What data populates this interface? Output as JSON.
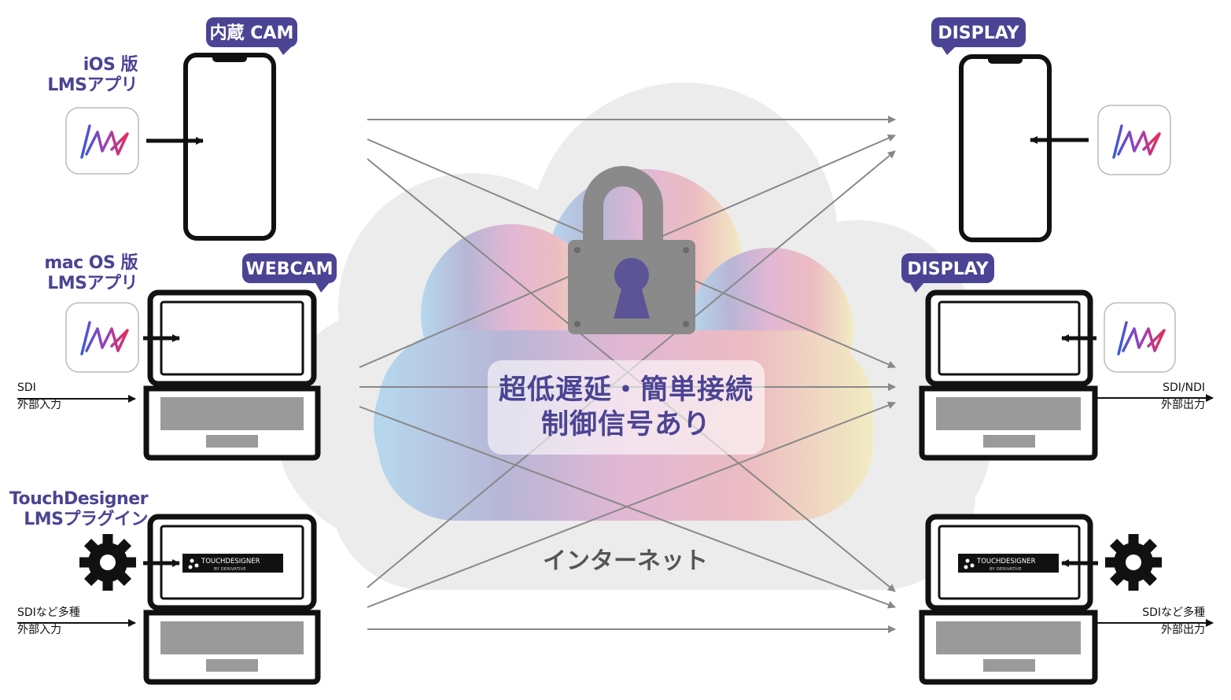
{
  "colors": {
    "accent": "#4b4494",
    "cloud_gray": "#ebebeb",
    "arrow_gray": "#888888",
    "lock_gray": "#8a8a8a",
    "keyhole": "#5b5597",
    "device_black": "#111111",
    "keyboard_gray": "#9a9a9a"
  },
  "left": {
    "ios": {
      "label_line1": "iOS 版",
      "label_line2": "LMSアプリ",
      "badge": "内蔵 CAM",
      "icon": "lms-app-icon"
    },
    "macos": {
      "label_line1": "mac OS 版",
      "label_line2": "LMSアプリ",
      "badge": "WEBCAM",
      "icon": "lms-app-icon",
      "input_line1": "SDI",
      "input_line2": "外部入力"
    },
    "touchdesigner": {
      "label_line1": "TouchDesigner",
      "label_line2": "LMSプラグイン",
      "icon": "gear-icon",
      "screen_logo_line1": "TOUCHDESIGNER",
      "screen_logo_line2": "BY DERIVATIVE",
      "input_line1": "SDIなど多種",
      "input_line2": "外部入力"
    }
  },
  "right": {
    "phone": {
      "badge": "DISPLAY",
      "icon": "lms-app-icon"
    },
    "laptop": {
      "badge": "DISPLAY",
      "icon": "lms-app-icon",
      "output_line1": "SDI/NDI",
      "output_line2": "外部出力"
    },
    "touchdesigner": {
      "icon": "gear-icon",
      "screen_logo_line1": "TOUCHDESIGNER",
      "screen_logo_line2": "BY DERIVATIVE",
      "output_line1": "SDIなど多種",
      "output_line2": "外部出力"
    }
  },
  "center": {
    "line1": "超低遅延・簡単接続",
    "line2": "制御信号あり",
    "internet": "インターネット",
    "lock_icon": "padlock-icon"
  }
}
